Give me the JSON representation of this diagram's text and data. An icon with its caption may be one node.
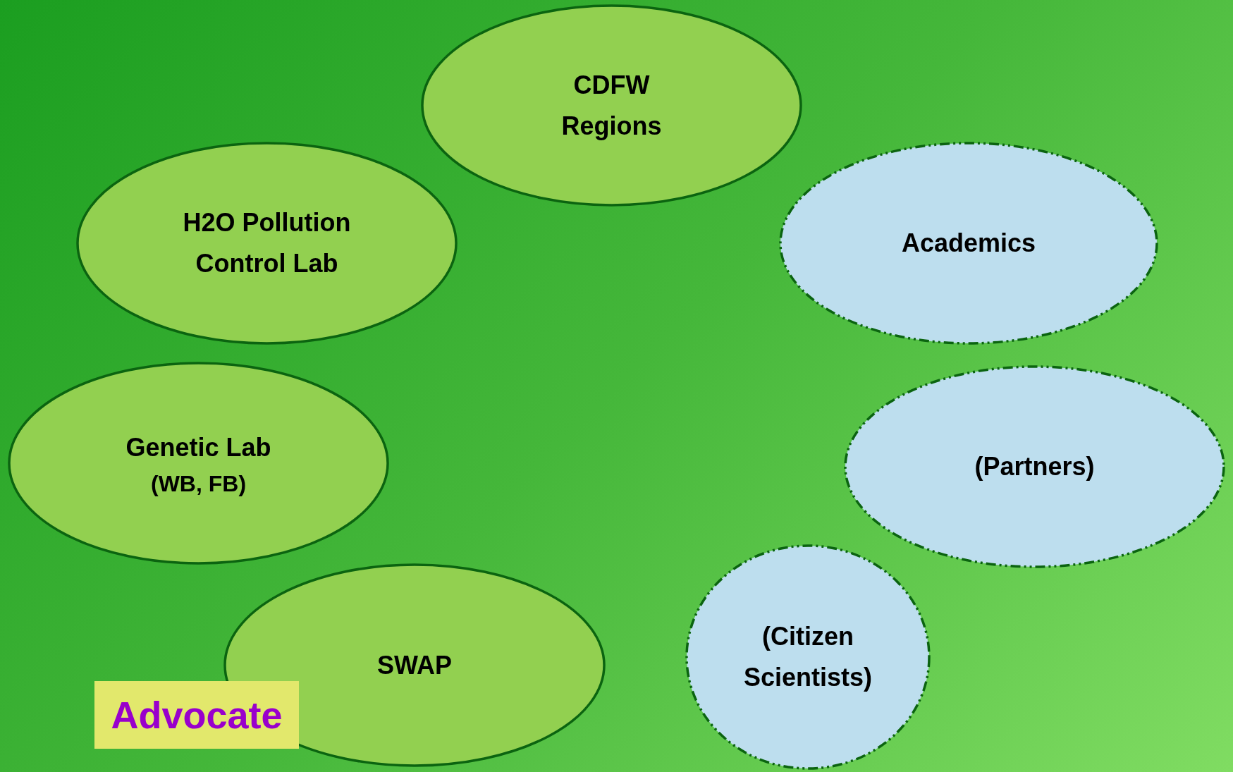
{
  "diagram": {
    "nodes": [
      {
        "text": [
          "CDFW Regions"
        ]
      },
      {
        "text": [
          "H2O Pollution Control Lab"
        ]
      },
      {
        "text": [
          "Academics"
        ]
      },
      {
        "text": [
          "Genetic Lab",
          "(WB, FB)"
        ]
      },
      {
        "text": [
          "(Partners)"
        ]
      },
      {
        "text": [
          "SWAP"
        ]
      },
      {
        "text": [
          "(Citizen Scientists)"
        ]
      },
      {
        "text": [
          "Advocate"
        ]
      }
    ]
  }
}
